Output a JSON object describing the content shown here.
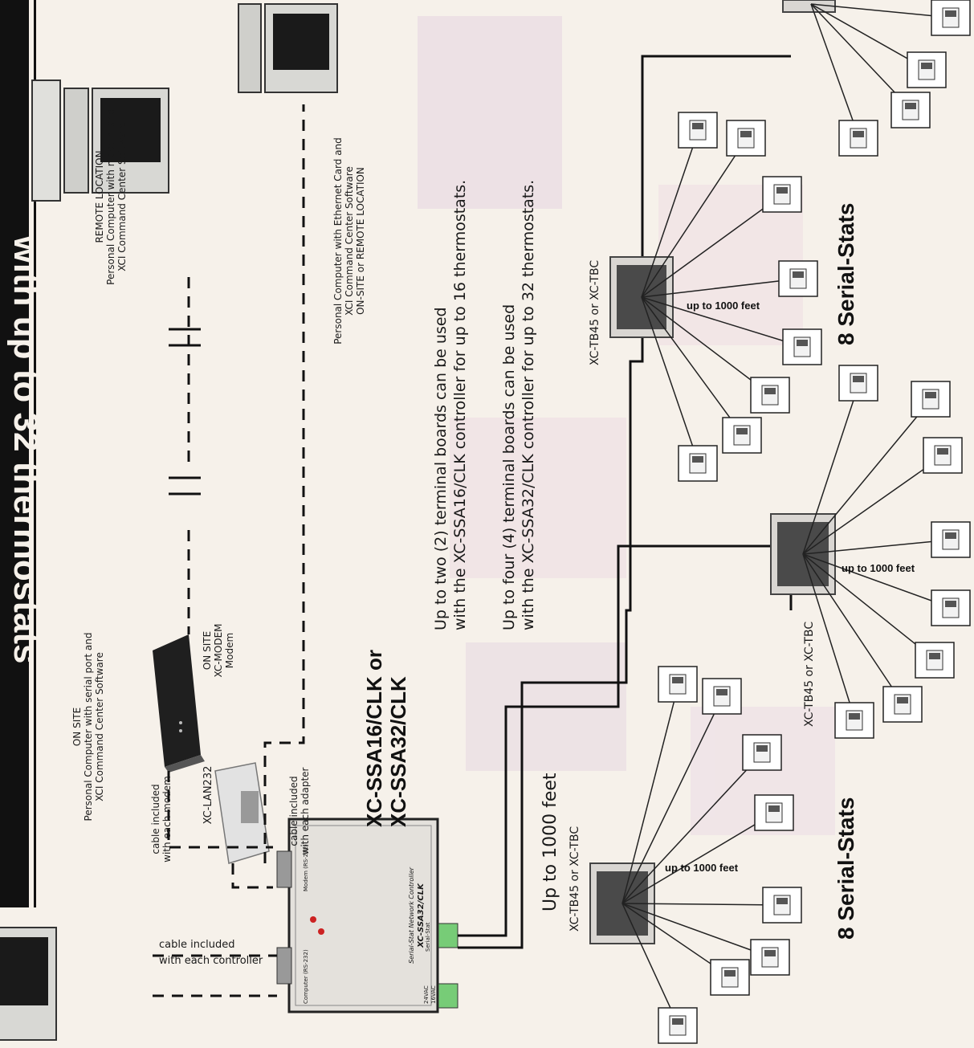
{
  "title": "with up to 32 thermostats",
  "labels": {
    "remote_location": [
      "REMOTE LOCATION",
      "Personal Computer with modem and",
      "XCI Command Center Software"
    ],
    "ethernet_pc": [
      "Personal Computer with Ethernet Card and",
      "XCI Command Center Software",
      "ON-SITE or REMOTE LOCATION"
    ],
    "onsite_pc": [
      "ON SITE",
      "Personal Computer with serial port and",
      "XCI Command Center Software"
    ],
    "modem": [
      "ON SITE",
      "XC-MODEM",
      "Modem"
    ],
    "lan232": "XC-LAN232",
    "cable_modem": [
      "cable included",
      "with each modem"
    ],
    "cable_adapter": [
      "cable included",
      "with each adapter"
    ],
    "cable_controller": [
      "cable included",
      "with each controller"
    ],
    "controller_models": [
      "XC-SSA16/CLK or",
      "XC-SSA32/CLK"
    ],
    "controller_panel": {
      "header": [
        "Serial-Stat Network Controller",
        "XC-SSA32/CLK"
      ],
      "modem_port": "Modem (RS-232)",
      "computer_port": "Computer (RS-232)",
      "power": [
        "24VAC",
        "16VAC"
      ],
      "serial_stat": "Serial-Stat"
    },
    "note_16": [
      "Up to two (2) terminal boards can be used",
      "with the XC-SSA16/CLK controller for up to 16 thermostats."
    ],
    "note_32": [
      "Up to four (4) terminal boards can be used",
      "with the XC-SSA32/CLK controller for up to 32 thermostats."
    ],
    "up_to_1000_big": "Up to 1000 feet",
    "tb_label": "XC-TB45 or XC-TBC",
    "up_to_1000_small": "up to 1000 feet",
    "serial_stats": "8 Serial-Stats"
  },
  "colors": {
    "line": "#111111",
    "thermostat_fill": "#ffffff",
    "board_fill": "#d9d6d2",
    "controller_fill": "#e4e1dc",
    "background": "#f6f1ea"
  }
}
